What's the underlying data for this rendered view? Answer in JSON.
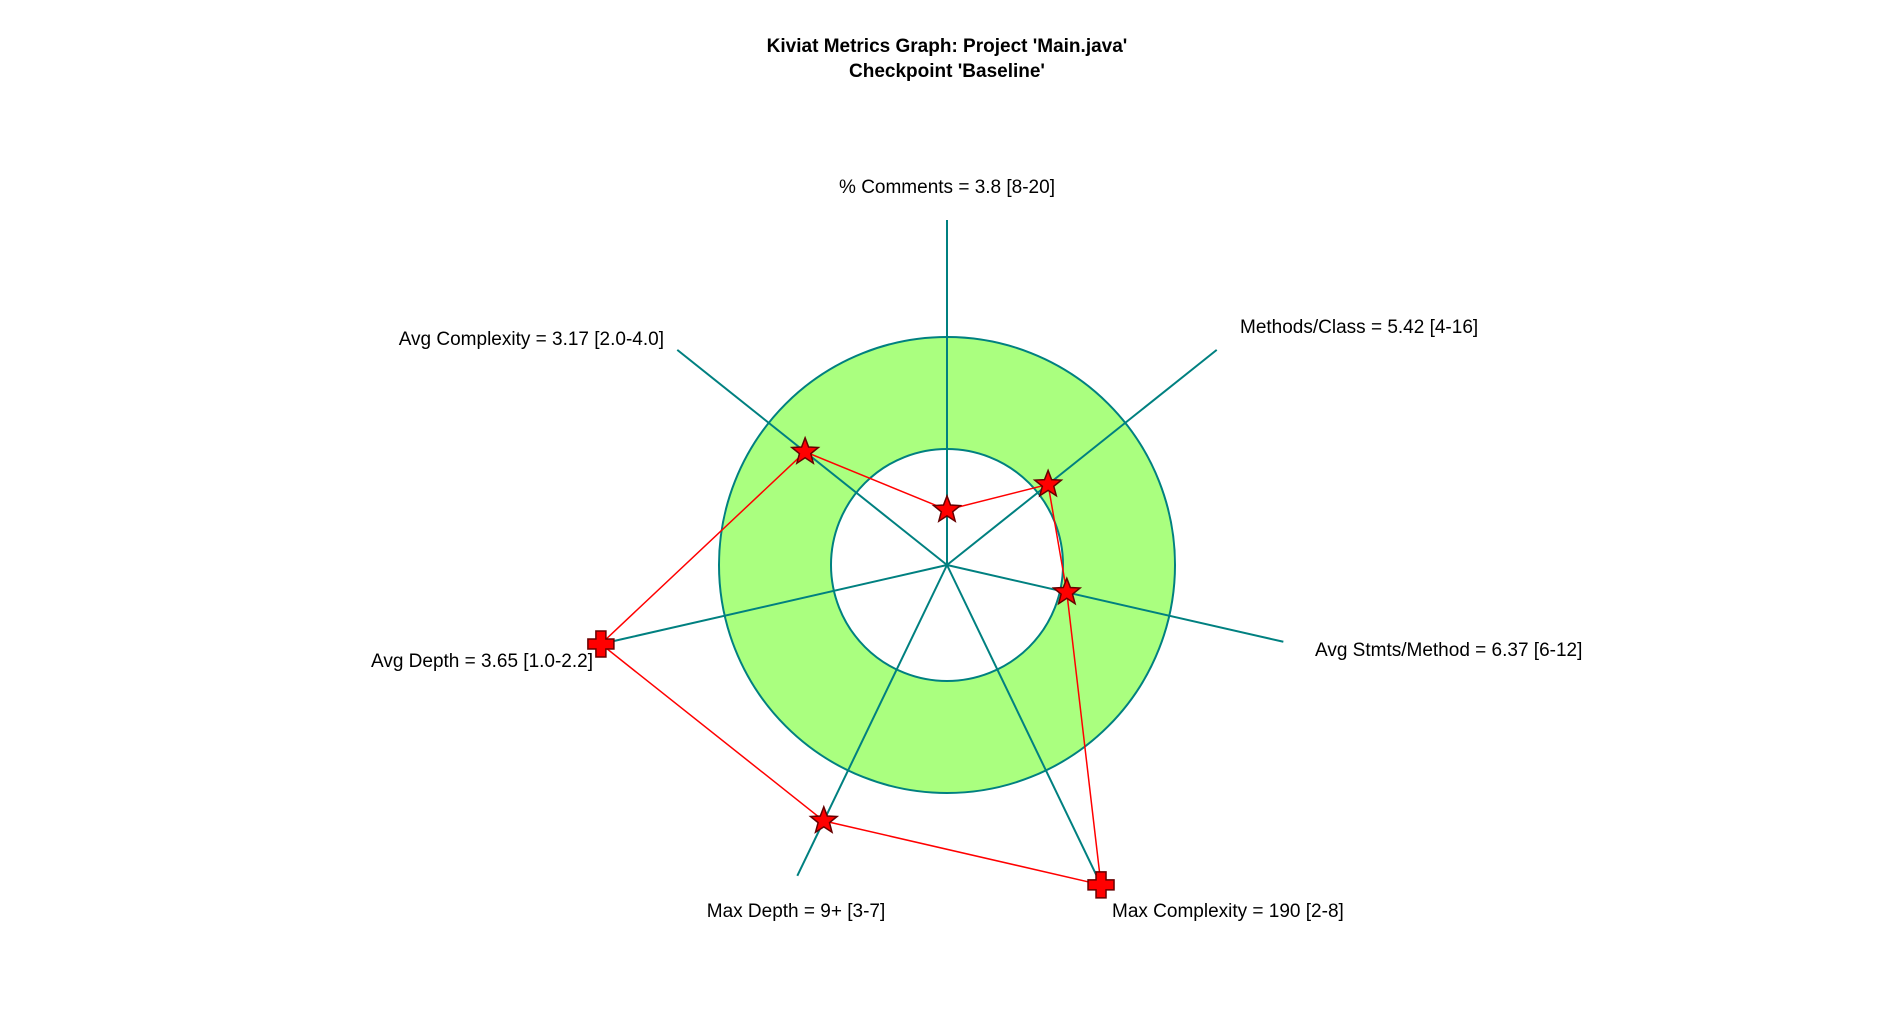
{
  "chart_data": {
    "type": "kiviat",
    "title": "Kiviat Metrics Graph: Project 'Main.java'",
    "subtitle": "Checkpoint 'Baseline'",
    "axes": [
      {
        "label": "% Comments = 3.8 [8-20]",
        "metric": "% Comments",
        "value": 3.8,
        "range": [
          8,
          20
        ],
        "marker": "star"
      },
      {
        "label": "Methods/Class = 5.42 [4-16]",
        "metric": "Methods/Class",
        "value": 5.42,
        "range": [
          4,
          16
        ],
        "marker": "star"
      },
      {
        "label": "Avg Stmts/Method = 6.37 [6-12]",
        "metric": "Avg Stmts/Method",
        "value": 6.37,
        "range": [
          6,
          12
        ],
        "marker": "star"
      },
      {
        "label": "Max Complexity = 190 [2-8]",
        "metric": "Max Complexity",
        "value": 190,
        "range": [
          2,
          8
        ],
        "marker": "cross"
      },
      {
        "label": "Max Depth = 9+ [3-7]",
        "metric": "Max Depth",
        "value": "9+",
        "range": [
          3,
          7
        ],
        "marker": "star"
      },
      {
        "label": "Avg Depth = 3.65 [1.0-2.2]",
        "metric": "Avg Depth",
        "value": 3.65,
        "range": [
          1.0,
          2.2
        ],
        "marker": "cross"
      },
      {
        "label": "Avg Complexity = 3.17 [2.0-4.0]",
        "metric": "Avg Complexity",
        "value": 3.17,
        "range": [
          2.0,
          4.0
        ],
        "marker": "star"
      }
    ],
    "colors": {
      "band_fill": "#aaff7f",
      "axis": "#008080",
      "circle_stroke": "#008080",
      "polygon": "#ff0000",
      "marker_fill": "#ff0000",
      "marker_stroke": "#660000"
    }
  }
}
